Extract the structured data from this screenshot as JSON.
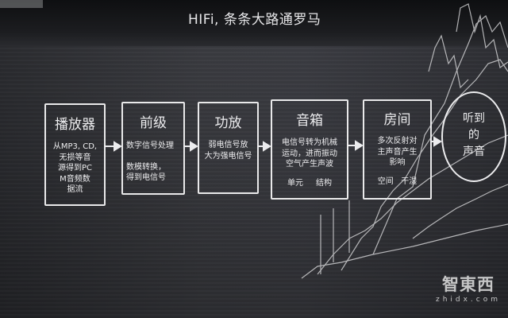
{
  "title": "HIFi, 条条大路通罗马",
  "stages": [
    {
      "head": "播放器",
      "lines": [
        "从MP3, CD,",
        "无损等音",
        "源得到PC",
        "M音频数",
        "据流"
      ]
    },
    {
      "head": "前级",
      "lines": [
        "数字信号处理",
        "",
        "数模转换，",
        "得到电信号"
      ]
    },
    {
      "head": "功放",
      "lines": [
        "弱电信号放",
        "大为强电信号"
      ]
    },
    {
      "head": "音箱",
      "lines": [
        "电信号转为机械",
        "运动，进而振动",
        "空气产生声波",
        "",
        "单元     结构"
      ]
    },
    {
      "head": "房间",
      "lines": [
        "多次反射对",
        "主声音产生",
        "影响",
        "",
        "空间   干湿"
      ]
    }
  ],
  "result": [
    "听到",
    "的",
    "声音"
  ],
  "watermark": {
    "cn": "智東西",
    "en": "zhidx.com"
  }
}
